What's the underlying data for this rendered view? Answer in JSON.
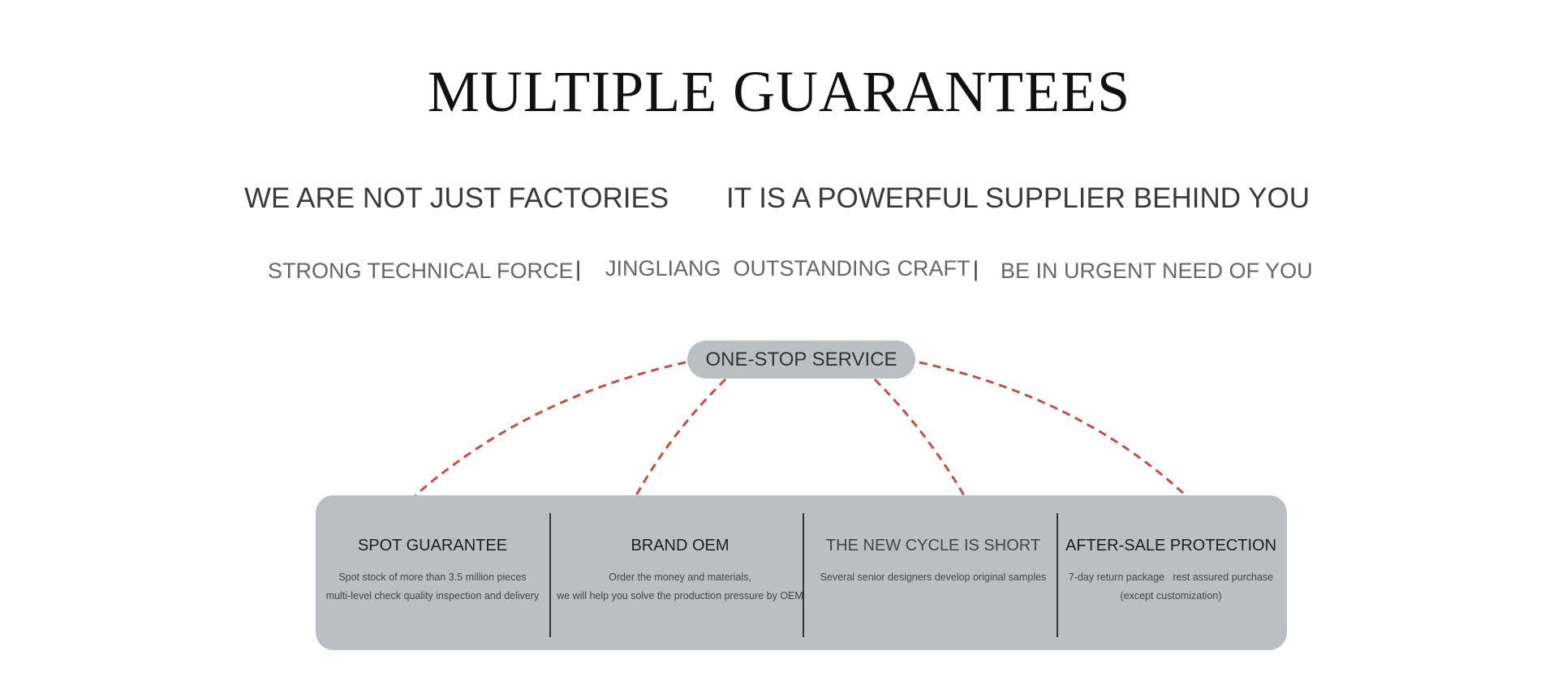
{
  "title": "MULTIPLE GUARANTEES",
  "subtitle": {
    "left": "WE ARE NOT JUST FACTORIES",
    "right": "IT IS A POWERFUL SUPPLIER BEHIND YOU"
  },
  "tagline": {
    "items": [
      "STRONG TECHNICAL FORCE",
      "JINGLIANG  OUTSTANDING CRAFT",
      "BE IN URGENT NEED OF YOU"
    ],
    "separator": "|"
  },
  "hub": {
    "label": "ONE-STOP SERVICE"
  },
  "services": [
    {
      "title": "SPOT GUARANTEE",
      "lines": [
        "Spot stock of more than 3.5 million pieces",
        "multi-level check quality inspection and delivery"
      ]
    },
    {
      "title": "BRAND OEM",
      "lines": [
        "Order the money and materials,",
        "we will help you solve the production pressure by OEM"
      ]
    },
    {
      "title": "THE NEW CYCLE IS SHORT",
      "lines": [
        "Several senior designers develop original samples",
        ""
      ]
    },
    {
      "title": "AFTER-SALE PROTECTION",
      "lines": [
        "7-day return package   rest assured purchase",
        "(except customization)"
      ]
    }
  ],
  "colors": {
    "panel": "#bcbfc2",
    "connector": "#c0504d"
  }
}
